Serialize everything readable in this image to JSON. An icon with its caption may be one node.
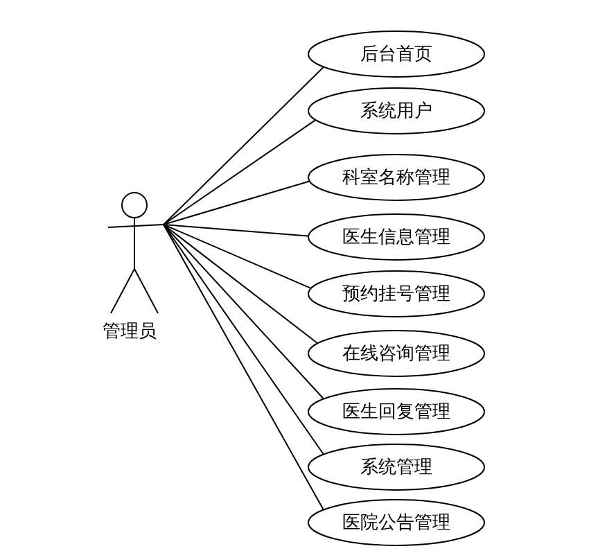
{
  "diagram": {
    "nodes": [
      {
        "text": [
          "管理员"
        ]
      },
      {
        "text": [
          "后台首页"
        ]
      },
      {
        "text": [
          "系统用户"
        ]
      },
      {
        "text": [
          "科室名称管理"
        ]
      },
      {
        "text": [
          "医生信息管理"
        ]
      },
      {
        "text": [
          "预约挂号管理"
        ]
      },
      {
        "text": [
          "在线咨询管理"
        ]
      },
      {
        "text": [
          "医生回复管理"
        ]
      },
      {
        "text": [
          "系统管理"
        ]
      },
      {
        "text": [
          "医院公告管理"
        ]
      }
    ],
    "edges": [
      {
        "from": 0,
        "to": 1,
        "arrow": "none"
      },
      {
        "from": 0,
        "to": 2,
        "arrow": "none"
      },
      {
        "from": 0,
        "to": 3,
        "arrow": "none"
      },
      {
        "from": 0,
        "to": 4,
        "arrow": "none"
      },
      {
        "from": 0,
        "to": 5,
        "arrow": "none"
      },
      {
        "from": 0,
        "to": 6,
        "arrow": "none"
      },
      {
        "from": 0,
        "to": 7,
        "arrow": "none"
      },
      {
        "from": 0,
        "to": 8,
        "arrow": "none"
      },
      {
        "from": 0,
        "to": 9,
        "arrow": "none"
      }
    ]
  }
}
